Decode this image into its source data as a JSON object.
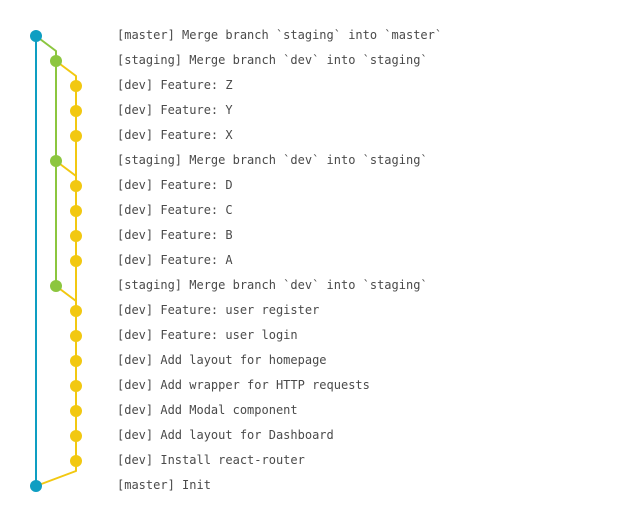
{
  "branches": [
    {
      "name": "master",
      "color": "#0e9ec2"
    },
    {
      "name": "staging",
      "color": "#8cc63f"
    },
    {
      "name": "dev",
      "color": "#f2c811"
    }
  ],
  "commits": [
    {
      "id": "c0",
      "branch": "master",
      "message": "[master] Merge branch `staging` into `master`",
      "parents": [
        "c18",
        "c1"
      ]
    },
    {
      "id": "c1",
      "branch": "staging",
      "message": "[staging] Merge branch `dev` into `staging`",
      "parents": [
        "c5",
        "c2"
      ]
    },
    {
      "id": "c2",
      "branch": "dev",
      "message": "[dev] Feature: Z",
      "parents": [
        "c3"
      ]
    },
    {
      "id": "c3",
      "branch": "dev",
      "message": "[dev] Feature: Y",
      "parents": [
        "c4"
      ]
    },
    {
      "id": "c4",
      "branch": "dev",
      "message": "[dev] Feature: X",
      "parents": [
        "c6"
      ]
    },
    {
      "id": "c5",
      "branch": "staging",
      "message": "[staging] Merge branch `dev` into `staging`",
      "parents": [
        "c10",
        "c6"
      ]
    },
    {
      "id": "c6",
      "branch": "dev",
      "message": "[dev] Feature: D",
      "parents": [
        "c7"
      ]
    },
    {
      "id": "c7",
      "branch": "dev",
      "message": "[dev] Feature: C",
      "parents": [
        "c8"
      ]
    },
    {
      "id": "c8",
      "branch": "dev",
      "message": "[dev] Feature: B",
      "parents": [
        "c9"
      ]
    },
    {
      "id": "c9",
      "branch": "dev",
      "message": "[dev] Feature: A",
      "parents": [
        "c11"
      ]
    },
    {
      "id": "c10",
      "branch": "staging",
      "message": "[staging] Merge branch `dev` into `staging`",
      "parents": [
        "c11"
      ]
    },
    {
      "id": "c11",
      "branch": "dev",
      "message": "[dev] Feature: user register",
      "parents": [
        "c12"
      ]
    },
    {
      "id": "c12",
      "branch": "dev",
      "message": "[dev] Feature: user login",
      "parents": [
        "c13"
      ]
    },
    {
      "id": "c13",
      "branch": "dev",
      "message": "[dev] Add layout for homepage",
      "parents": [
        "c14"
      ]
    },
    {
      "id": "c14",
      "branch": "dev",
      "message": "[dev] Add wrapper for HTTP requests",
      "parents": [
        "c15"
      ]
    },
    {
      "id": "c15",
      "branch": "dev",
      "message": "[dev] Add Modal component",
      "parents": [
        "c16"
      ]
    },
    {
      "id": "c16",
      "branch": "dev",
      "message": "[dev] Add layout for Dashboard",
      "parents": [
        "c17"
      ]
    },
    {
      "id": "c17",
      "branch": "dev",
      "message": "[dev] Install react-router",
      "parents": [
        "c18"
      ]
    },
    {
      "id": "c18",
      "branch": "master",
      "message": "[master] Init",
      "parents": []
    }
  ]
}
